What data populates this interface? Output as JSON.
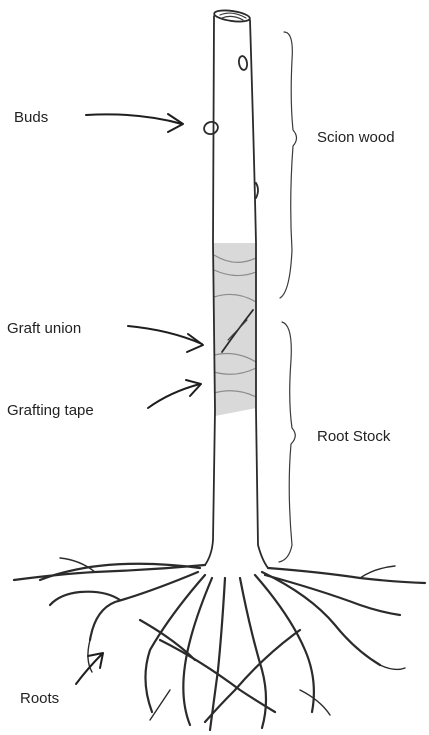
{
  "labels": {
    "buds": "Buds",
    "scion_wood": "Scion wood",
    "graft_union": "Graft union",
    "grafting_tape": "Grafting tape",
    "root_stock": "Root Stock",
    "roots": "Roots"
  },
  "colors": {
    "ink": "#2b2b2b",
    "tape_fill": "#d9d9d9",
    "tape_line": "#8c8c8c",
    "background": "#ffffff"
  }
}
